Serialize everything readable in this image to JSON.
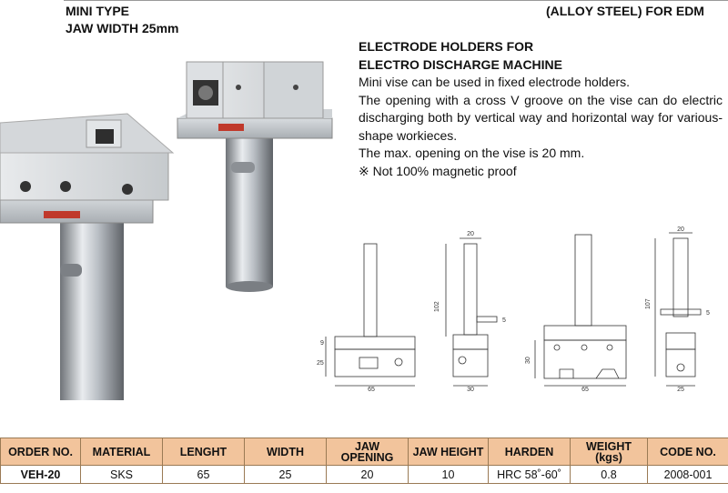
{
  "header": {
    "line1": "MINI TYPE",
    "line2": "JAW WIDTH 25mm",
    "right": "(ALLOY STEEL) FOR EDM"
  },
  "description": {
    "title1": "ELECTRODE HOLDERS FOR",
    "title2": "ELECTRO DISCHARGE MACHINE",
    "p1": "Mini vise can be used in fixed electrode holders.",
    "p2": "The opening with a cross V groove on the vise can do electric discharging both by vertical way and horizontal way for various-shape workieces.",
    "p3": "The max. opening on the vise is 20 mm.",
    "p4": "※ Not 100% magnetic proof"
  },
  "drawings": {
    "d1_w": "65",
    "d1_h1": "9",
    "d1_h2": "25",
    "d2_top": "20",
    "d2_len": "102",
    "d2_side": "5",
    "d2_w": "30",
    "d3_h": "30",
    "d3_w": "65",
    "d4_top": "20",
    "d4_len": "107",
    "d4_side": "5",
    "d4_w": "25"
  },
  "spec_table": {
    "headers": [
      "ORDER NO.",
      "MATERIAL",
      "LENGHT",
      "WIDTH",
      "JAW\nOPENING",
      "JAW HEIGHT",
      "HARDEN",
      "WEIGHT\n(kgs)",
      "CODE NO."
    ],
    "row": [
      "VEH-20",
      "SKS",
      "65",
      "25",
      "20",
      "10",
      "HRC 58˚-60˚",
      "0.8",
      "2008-001"
    ]
  },
  "colors": {
    "table_header_bg": "#f2c49c",
    "table_border": "#9a7a55"
  }
}
